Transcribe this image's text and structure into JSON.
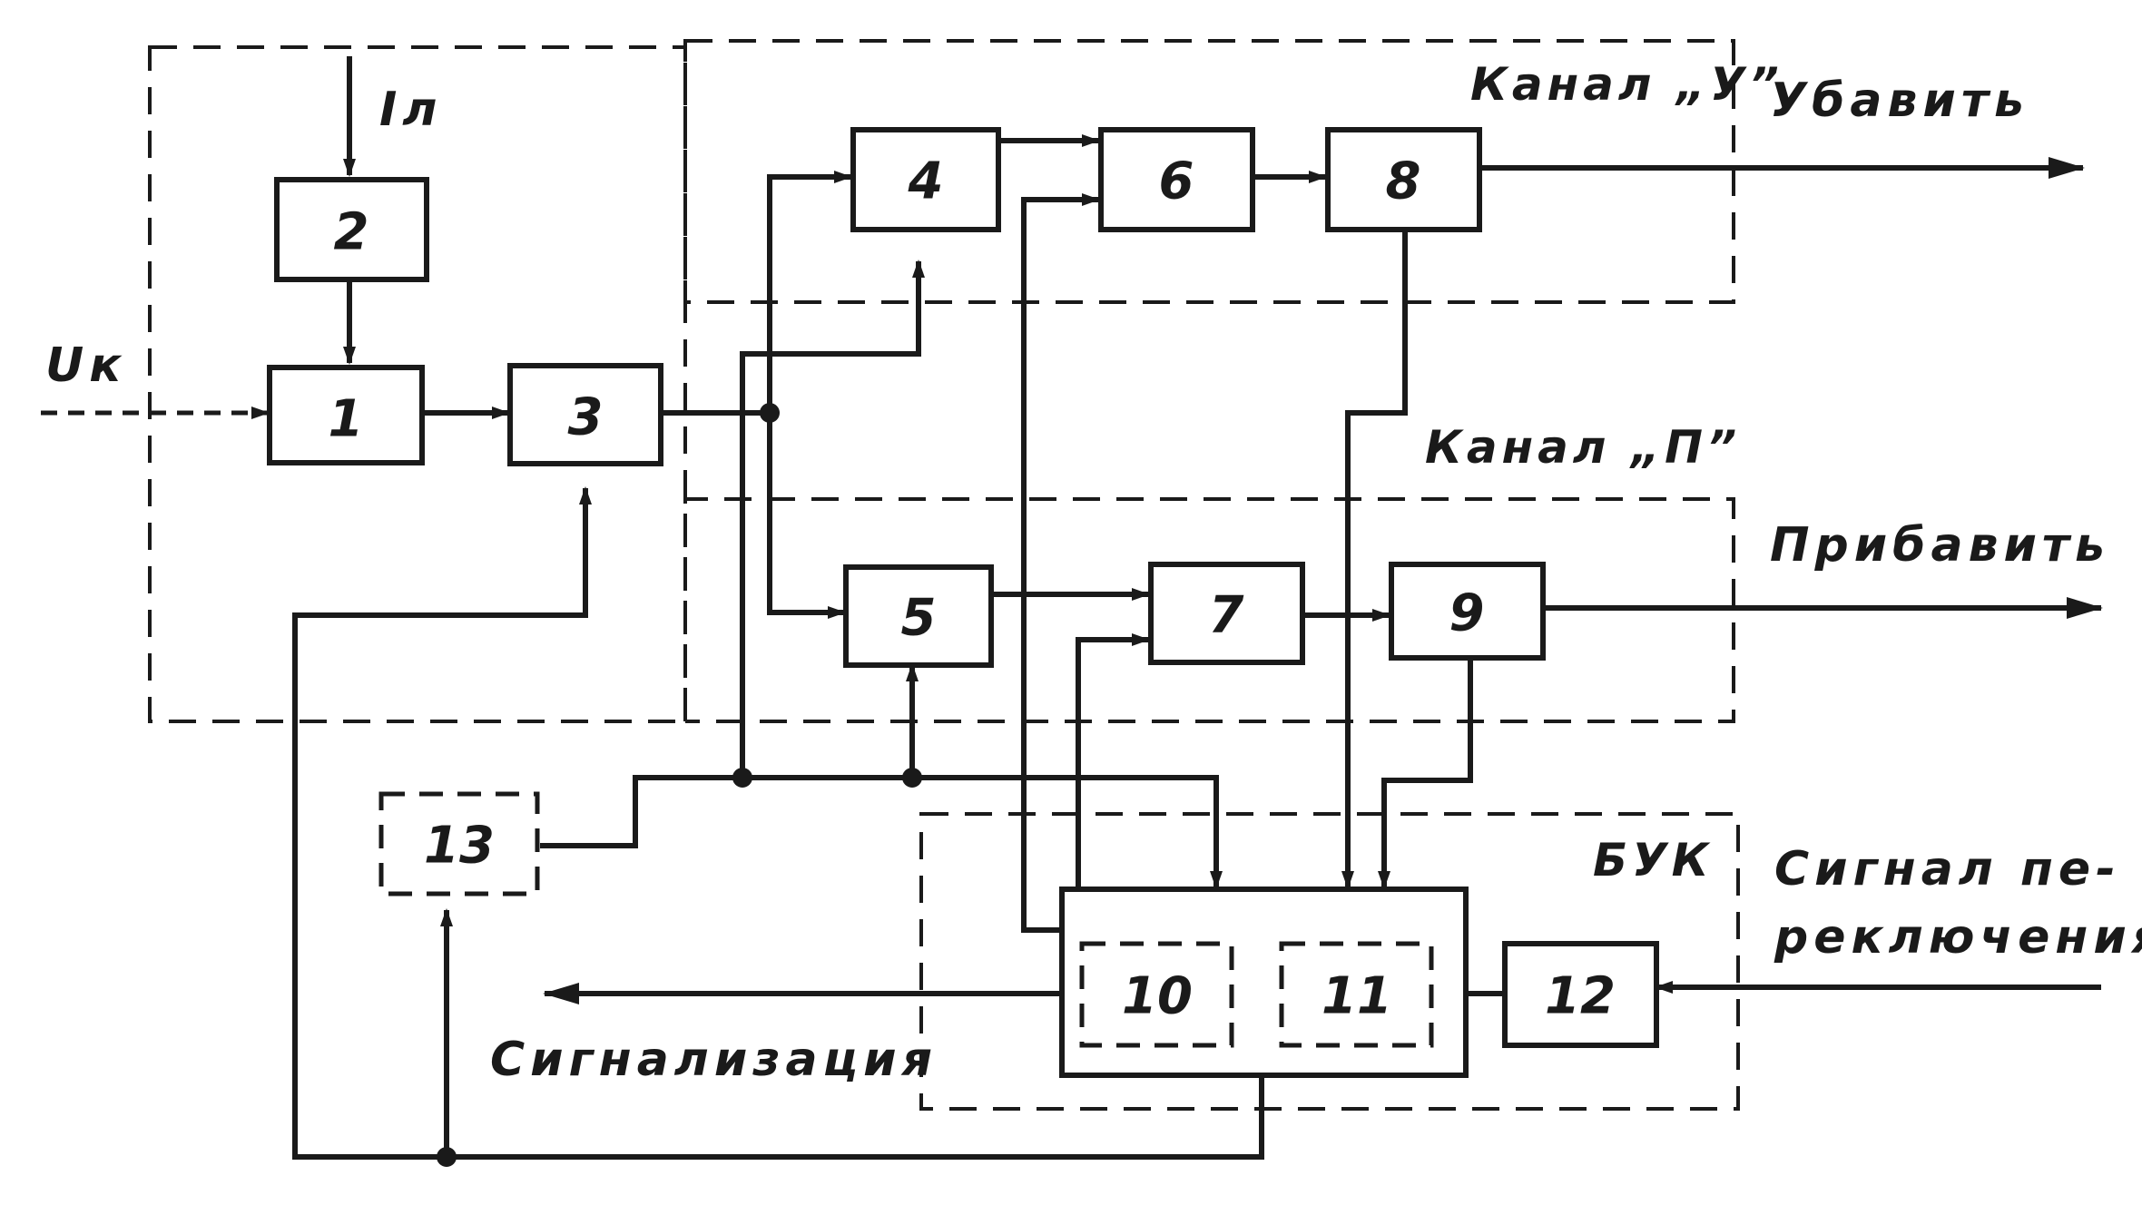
{
  "blocks": {
    "b1": "1",
    "b2": "2",
    "b3": "3",
    "b4": "4",
    "b5": "5",
    "b6": "6",
    "b7": "7",
    "b8": "8",
    "b9": "9",
    "b10": "10",
    "b11": "11",
    "b12": "12",
    "b13": "13"
  },
  "labels": {
    "input_uk": "Uк",
    "input_il": "Iл",
    "channel_u": "Канал „У”",
    "channel_p": "Канал „П”",
    "buk": "БУК",
    "out_decrease": "Убавить",
    "out_increase": "Прибавить",
    "switch_signal_line1": "Сигнал пе-",
    "switch_signal_line2": "реключения",
    "signaling": "Сигнализация"
  },
  "colors": {
    "ink": "#1a1a1a",
    "paper": "#ffffff"
  }
}
